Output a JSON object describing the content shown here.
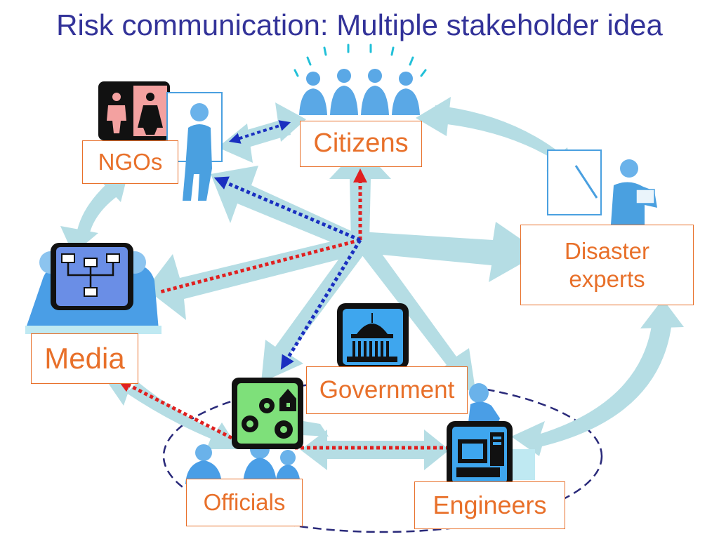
{
  "slide": {
    "title": "Risk communication: Multiple stakeholder idea"
  },
  "stakeholders": {
    "citizens": "Citizens",
    "ngos": "NGOs",
    "disaster_experts": "Disaster experts",
    "media": "Media",
    "government": "Government",
    "officials": "Officials",
    "engineers": "Engineers"
  },
  "colors": {
    "title": "#333399",
    "label_text": "#e8702a",
    "arrow": "#b5dde4",
    "red_dotted": "#e02020",
    "blue_dotted": "#1a2fc0",
    "ellipse": "#2a2a7a"
  },
  "icons": [
    "people-group-icon",
    "gender-sign-icon",
    "presenter-icon",
    "network-meeting-icon",
    "capitol-icon",
    "park-map-icon",
    "computer-icon",
    "meeting-icon"
  ]
}
